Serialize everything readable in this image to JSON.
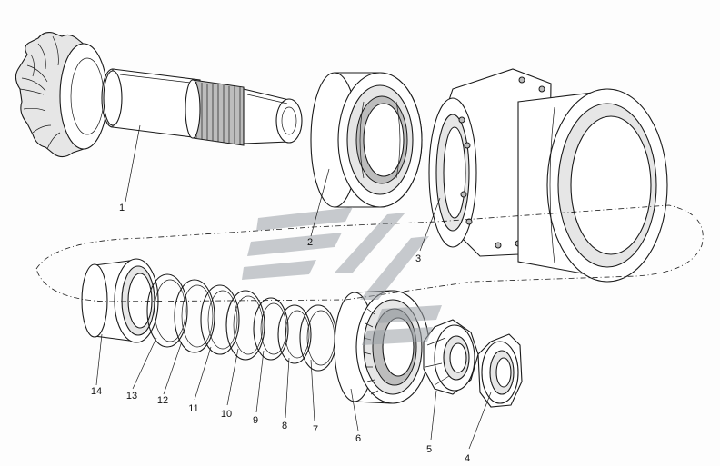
{
  "diagram": {
    "callouts": [
      {
        "id": "1",
        "text": "1"
      },
      {
        "id": "2",
        "text": "2"
      },
      {
        "id": "3",
        "text": "3"
      },
      {
        "id": "4",
        "text": "4"
      },
      {
        "id": "5",
        "text": "5"
      },
      {
        "id": "6",
        "text": "6"
      },
      {
        "id": "7",
        "text": "7"
      },
      {
        "id": "8",
        "text": "8"
      },
      {
        "id": "9",
        "text": "9"
      },
      {
        "id": "10",
        "text": "10"
      },
      {
        "id": "11",
        "text": "11"
      },
      {
        "id": "12",
        "text": "12"
      },
      {
        "id": "13",
        "text": "13"
      },
      {
        "id": "14",
        "text": "14"
      }
    ],
    "colors": {
      "line": "#1a1a1a",
      "shade_light": "#e6e6e6",
      "shade_dark": "#bdbdbd",
      "watermark": "#9aa0a6"
    }
  }
}
